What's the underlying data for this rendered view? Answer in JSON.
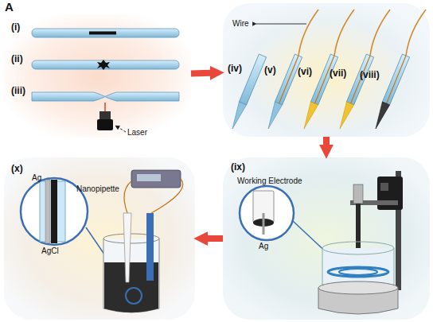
{
  "diagram": {
    "nodes": [
      {
        "text": [
          "(i)",
          "(ii)",
          "(iii)",
          "Laser"
        ]
      },
      {
        "text": [
          "Wire",
          "(iv)",
          "(v)",
          "(vi)",
          "(vii)",
          "(viii)"
        ]
      },
      {
        "text": [
          "(ix)",
          "Working Electrode",
          "Ag"
        ]
      },
      {
        "text": [
          "(x)",
          "Ag",
          "Nanopipette",
          "AgCl"
        ]
      }
    ],
    "edges": [
      {
        "from": 0,
        "to": 1,
        "arrow": "to"
      },
      {
        "from": 1,
        "to": 2,
        "arrow": "to"
      },
      {
        "from": 2,
        "to": 3,
        "arrow": "to"
      }
    ],
    "labels": [
      "A"
    ]
  }
}
